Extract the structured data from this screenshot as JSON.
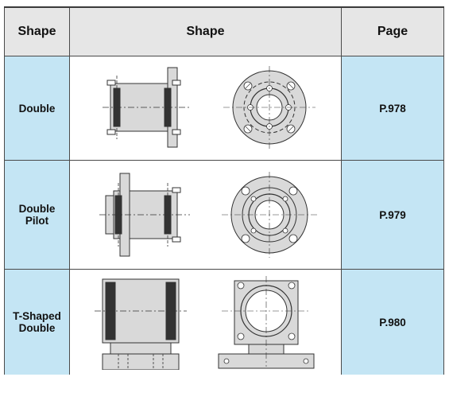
{
  "table": {
    "headers": [
      "Shape",
      "Shape",
      "Page"
    ],
    "rows": [
      {
        "label": "Double",
        "page": "P.978",
        "drawing_icon": "double-flange-drawing-icon"
      },
      {
        "label": "Double\nPilot",
        "page": "P.979",
        "drawing_icon": "double-pilot-flange-drawing-icon"
      },
      {
        "label": "T-Shaped\nDouble",
        "page": "P.980",
        "drawing_icon": "t-shaped-double-housing-drawing-icon"
      }
    ]
  },
  "colors": {
    "header_bg": "#e6e6e6",
    "label_bg": "#c4e5f4",
    "line": "#4a4a4a",
    "part_fill": "#d9d9d9"
  }
}
